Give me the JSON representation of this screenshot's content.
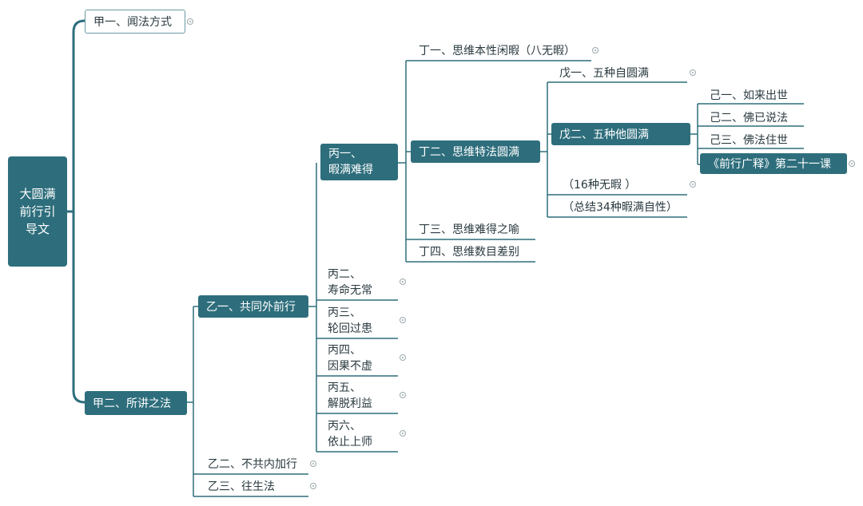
{
  "root": "大圆满前行引导文",
  "jia1": "甲一、闻法方式",
  "jia2": "甲二、所讲之法",
  "yi1": "乙一、共同外前行",
  "yi2": "乙二、不共内加行",
  "yi3": "乙三、往生法",
  "bing1": [
    "丙一、",
    "暇满难得"
  ],
  "bing2": [
    "丙二、",
    "寿命无常"
  ],
  "bing3": [
    "丙三、",
    "轮回过患"
  ],
  "bing4": [
    "丙四、",
    "因果不虚"
  ],
  "bing5": [
    "丙五、",
    "解脱利益"
  ],
  "bing6": [
    "丙六、",
    "依止上师"
  ],
  "ding1": "丁一、思维本性闲暇（八无暇）",
  "ding2": "丁二、思维特法圆满",
  "ding3": "丁三、思维难得之喻",
  "ding4": "丁四、思维数目差别",
  "wu1": "戊一、五种自圆满",
  "wu2": "戊二、五种他圆满",
  "note1": "（16种无暇 ）",
  "note2": "（总结34种暇满自性）",
  "ji1": "己一、如来出世",
  "ji2": "己二、佛已说法",
  "ji3": "己三、佛法住世",
  "lesson": "《前行广释》第二十一课",
  "colors": {
    "accent": "#2e6e7c",
    "line": "#2e6e7c",
    "outline": "#6a9aa4"
  }
}
